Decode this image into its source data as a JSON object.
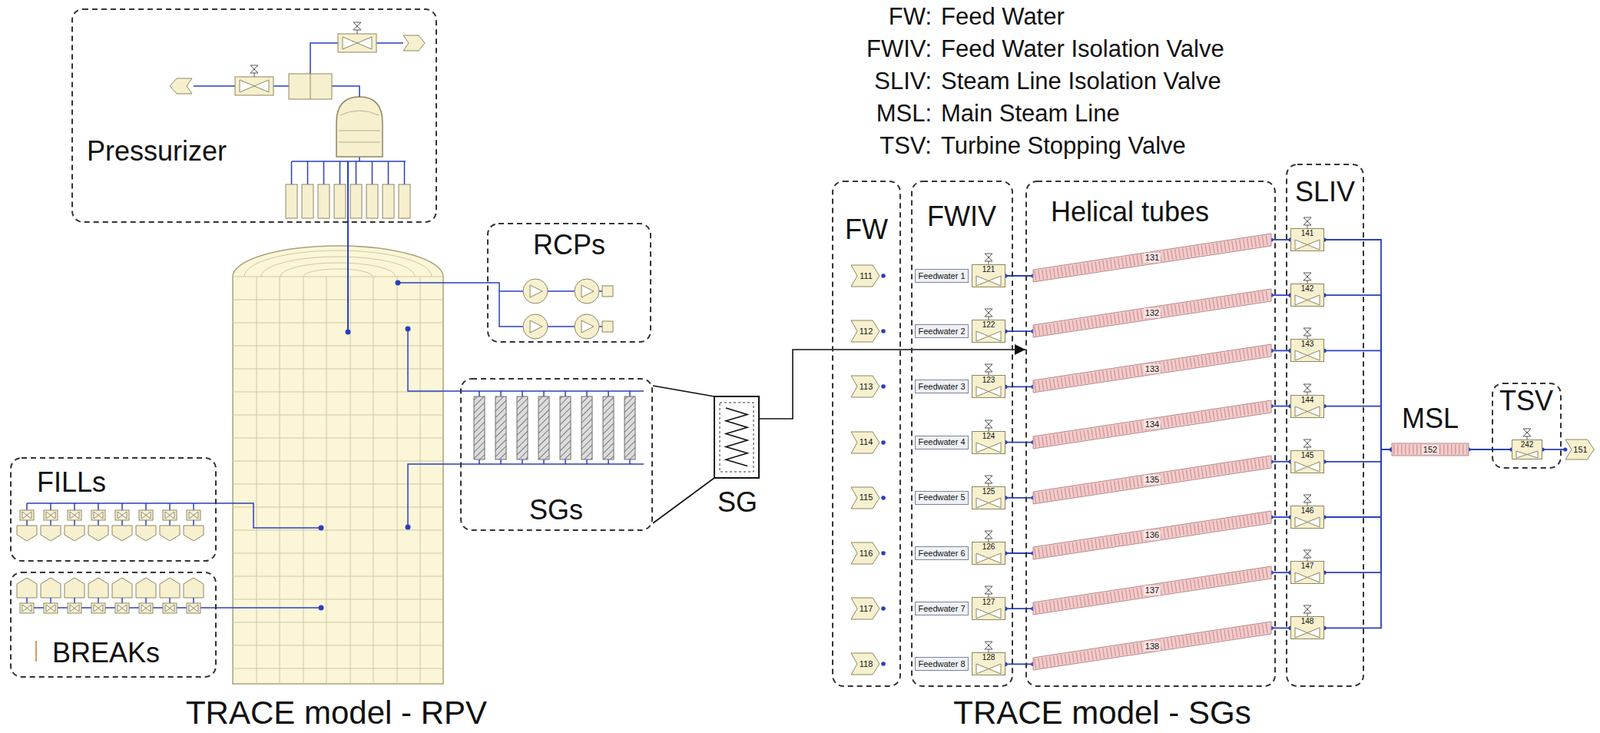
{
  "diagram": {
    "nodes": [
      {
        "text": [
          "Pressurizer"
        ]
      },
      {
        "text": [
          "RCPs"
        ]
      },
      {
        "text": [
          "SGs"
        ]
      },
      {
        "text": [
          "SG"
        ]
      },
      {
        "text": [
          "FILLs"
        ]
      },
      {
        "text": [
          "BREAKs"
        ]
      },
      {
        "text": [
          "FW"
        ]
      },
      {
        "text": [
          "111"
        ],
        "in": 6
      },
      {
        "text": [
          "112"
        ],
        "in": 6
      },
      {
        "text": [
          "113"
        ],
        "in": 6
      },
      {
        "text": [
          "114"
        ],
        "in": 6
      },
      {
        "text": [
          "115"
        ],
        "in": 6
      },
      {
        "text": [
          "116"
        ],
        "in": 6
      },
      {
        "text": [
          "117"
        ],
        "in": 6
      },
      {
        "text": [
          "118"
        ],
        "in": 6
      },
      {
        "text": [
          "FWIV"
        ]
      },
      {
        "text": [
          "Feedwater 1"
        ],
        "in": 15
      },
      {
        "text": [
          "Feedwater 2"
        ],
        "in": 15
      },
      {
        "text": [
          "Feedwater 3"
        ],
        "in": 15
      },
      {
        "text": [
          "Feedwater 4"
        ],
        "in": 15
      },
      {
        "text": [
          "Feedwater 5"
        ],
        "in": 15
      },
      {
        "text": [
          "Feedwater 6"
        ],
        "in": 15
      },
      {
        "text": [
          "Feedwater 7"
        ],
        "in": 15
      },
      {
        "text": [
          "Feedwater 8"
        ],
        "in": 15
      },
      {
        "text": [
          "121"
        ],
        "in": 15
      },
      {
        "text": [
          "122"
        ],
        "in": 15
      },
      {
        "text": [
          "123"
        ],
        "in": 15
      },
      {
        "text": [
          "124"
        ],
        "in": 15
      },
      {
        "text": [
          "125"
        ],
        "in": 15
      },
      {
        "text": [
          "126"
        ],
        "in": 15
      },
      {
        "text": [
          "127"
        ],
        "in": 15
      },
      {
        "text": [
          "128"
        ],
        "in": 15
      },
      {
        "text": [
          "Helical tubes"
        ]
      },
      {
        "text": [
          "131"
        ],
        "in": 32
      },
      {
        "text": [
          "132"
        ],
        "in": 32
      },
      {
        "text": [
          "133"
        ],
        "in": 32
      },
      {
        "text": [
          "134"
        ],
        "in": 32
      },
      {
        "text": [
          "135"
        ],
        "in": 32
      },
      {
        "text": [
          "136"
        ],
        "in": 32
      },
      {
        "text": [
          "137"
        ],
        "in": 32
      },
      {
        "text": [
          "138"
        ],
        "in": 32
      },
      {
        "text": [
          "SLIV"
        ]
      },
      {
        "text": [
          "141"
        ],
        "in": 41
      },
      {
        "text": [
          "142"
        ],
        "in": 41
      },
      {
        "text": [
          "143"
        ],
        "in": 41
      },
      {
        "text": [
          "144"
        ],
        "in": 41
      },
      {
        "text": [
          "145"
        ],
        "in": 41
      },
      {
        "text": [
          "146"
        ],
        "in": 41
      },
      {
        "text": [
          "147"
        ],
        "in": 41
      },
      {
        "text": [
          "148"
        ],
        "in": 41
      },
      {
        "text": [
          "152"
        ]
      },
      {
        "text": [
          "TSV"
        ]
      },
      {
        "text": [
          "242"
        ],
        "in": 51
      },
      {
        "text": [
          "151"
        ]
      }
    ],
    "edges": [
      {
        "from": 2,
        "to": 3,
        "arrow": "none"
      },
      {
        "from": 2,
        "to": 3,
        "arrow": "none"
      },
      {
        "from": 3,
        "to": 32,
        "arrow": "to"
      },
      {
        "from": 24,
        "to": 33,
        "arrow": "none"
      },
      {
        "from": 33,
        "to": 42,
        "arrow": "none"
      },
      {
        "from": 25,
        "to": 34,
        "arrow": "none"
      },
      {
        "from": 34,
        "to": 43,
        "arrow": "none"
      },
      {
        "from": 26,
        "to": 35,
        "arrow": "none"
      },
      {
        "from": 35,
        "to": 44,
        "arrow": "none"
      },
      {
        "from": 27,
        "to": 36,
        "arrow": "none"
      },
      {
        "from": 36,
        "to": 45,
        "arrow": "none"
      },
      {
        "from": 28,
        "to": 37,
        "arrow": "none"
      },
      {
        "from": 37,
        "to": 46,
        "arrow": "none"
      },
      {
        "from": 29,
        "to": 38,
        "arrow": "none"
      },
      {
        "from": 38,
        "to": 47,
        "arrow": "none"
      },
      {
        "from": 30,
        "to": 39,
        "arrow": "none"
      },
      {
        "from": 39,
        "to": 48,
        "arrow": "none"
      },
      {
        "from": 31,
        "to": 40,
        "arrow": "none"
      },
      {
        "from": 40,
        "to": 49,
        "arrow": "none"
      },
      {
        "from": 42,
        "to": 50,
        "arrow": "none"
      },
      {
        "from": 43,
        "to": 50,
        "arrow": "none"
      },
      {
        "from": 44,
        "to": 50,
        "arrow": "none"
      },
      {
        "from": 45,
        "to": 50,
        "arrow": "none"
      },
      {
        "from": 46,
        "to": 50,
        "arrow": "none"
      },
      {
        "from": 47,
        "to": 50,
        "arrow": "none"
      },
      {
        "from": 48,
        "to": 50,
        "arrow": "none"
      },
      {
        "from": 49,
        "to": 50,
        "arrow": "none"
      },
      {
        "from": 50,
        "to": 52,
        "arrow": "none"
      },
      {
        "from": 52,
        "to": 53,
        "arrow": "none"
      }
    ],
    "labels": [
      "FW:",
      "Feed Water",
      "FWIV:",
      "Feed Water Isolation Valve",
      "SLIV:",
      "Steam Line Isolation Valve",
      "MSL:",
      "Main Steam Line",
      "TSV:",
      "Turbine Stopping Valve",
      "MSL",
      "TRACE model - RPV",
      "TRACE model - SGs"
    ]
  }
}
